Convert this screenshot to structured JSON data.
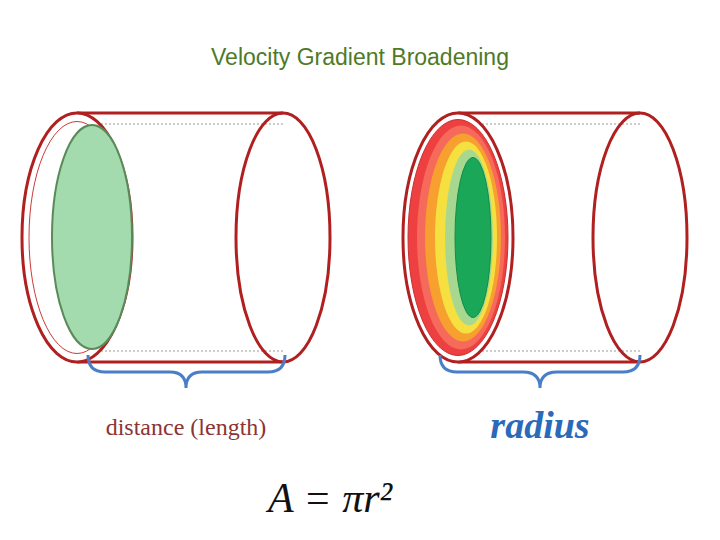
{
  "diagram": {
    "title": "Velocity Gradient Broadening",
    "labels": [
      "distance (length)",
      "radius",
      "A = πr²"
    ]
  }
}
